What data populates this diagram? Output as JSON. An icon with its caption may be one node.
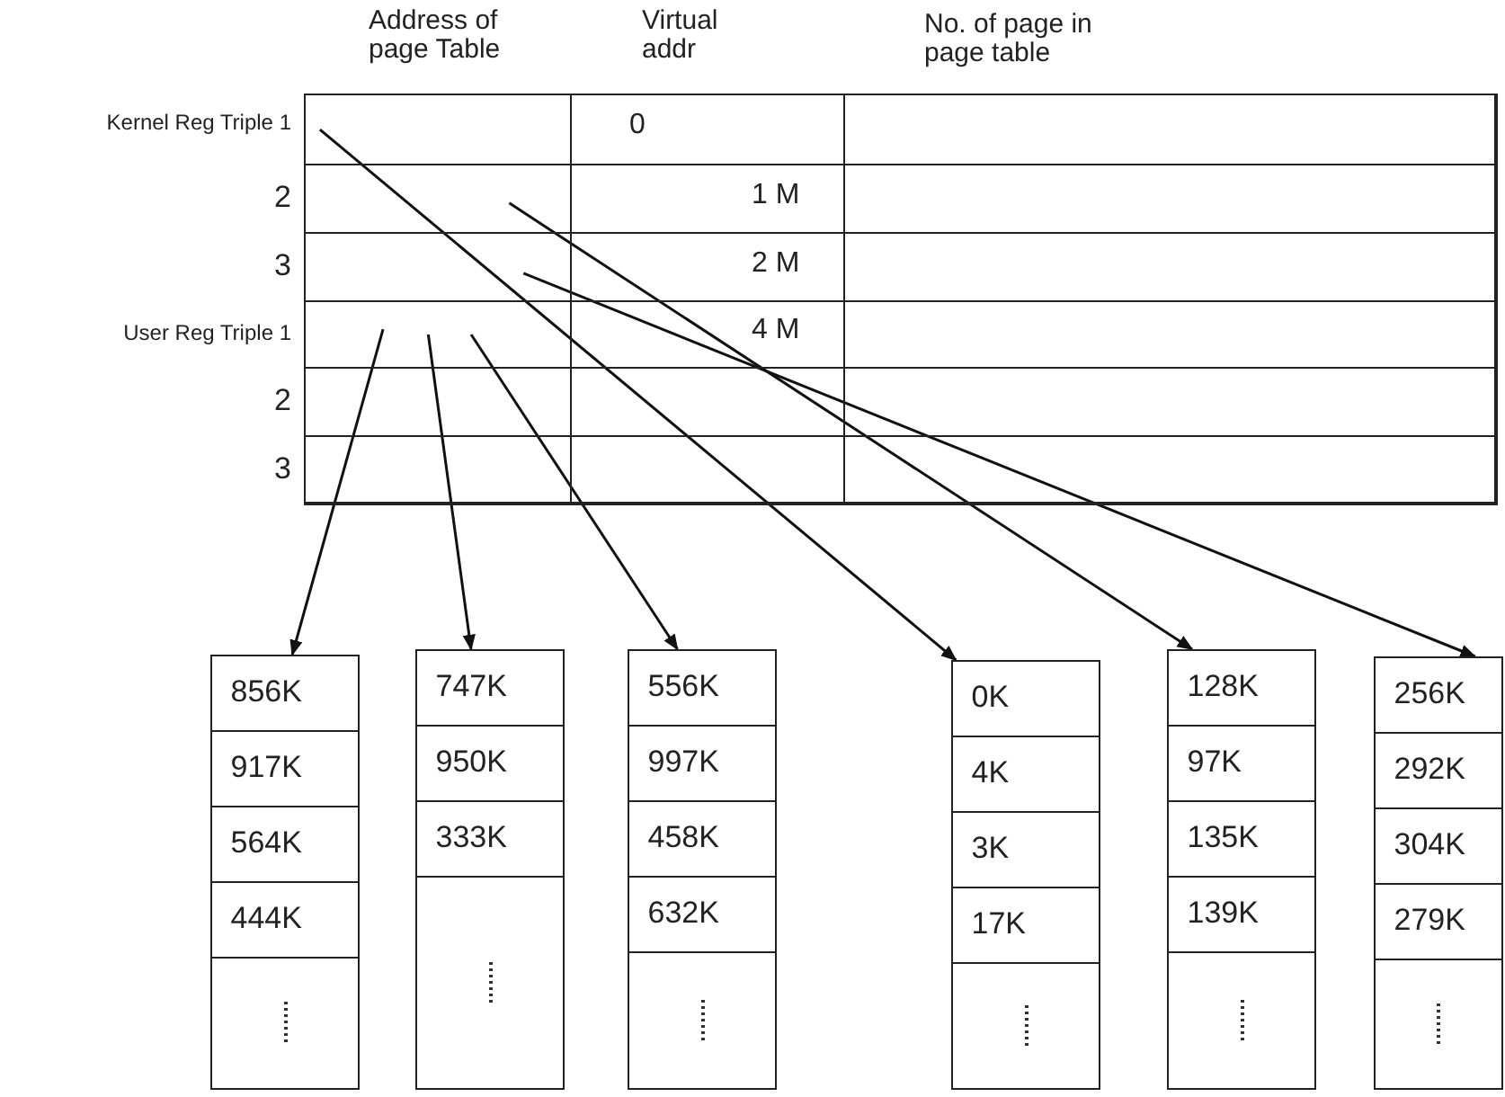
{
  "diagram": {
    "nodes": [
      {
        "text": [],
        "shape": "box"
      },
      {
        "text": [
          "856K",
          "917K",
          "564K",
          "444K"
        ]
      },
      {
        "text": [
          "747K",
          "950K",
          "333K"
        ]
      },
      {
        "text": [
          "556K",
          "997K",
          "458K",
          "632K"
        ]
      },
      {
        "text": [
          "0K",
          "4K",
          "3K",
          "17K"
        ]
      },
      {
        "text": [
          "128K",
          "97K",
          "135K",
          "139K"
        ]
      },
      {
        "text": [
          "256K",
          "292K",
          "304K",
          "279K"
        ]
      }
    ],
    "edges": [
      {
        "from": 0,
        "to": 4,
        "arrow": "to"
      },
      {
        "from": 0,
        "to": 5,
        "arrow": "to"
      },
      {
        "from": 0,
        "to": 6,
        "arrow": "to"
      },
      {
        "from": 0,
        "to": 1,
        "arrow": "to"
      },
      {
        "from": 0,
        "to": 2,
        "arrow": "to"
      },
      {
        "from": 0,
        "to": 3,
        "arrow": "to"
      }
    ],
    "labels": [
      "Address of page Table",
      "Virtual addr",
      "No. of page in page table",
      "Kernel Reg Triple 1",
      "0",
      "2",
      "1 M",
      "3",
      "2 M",
      "User Reg Triple 1",
      "4 M",
      "2",
      "3"
    ]
  }
}
